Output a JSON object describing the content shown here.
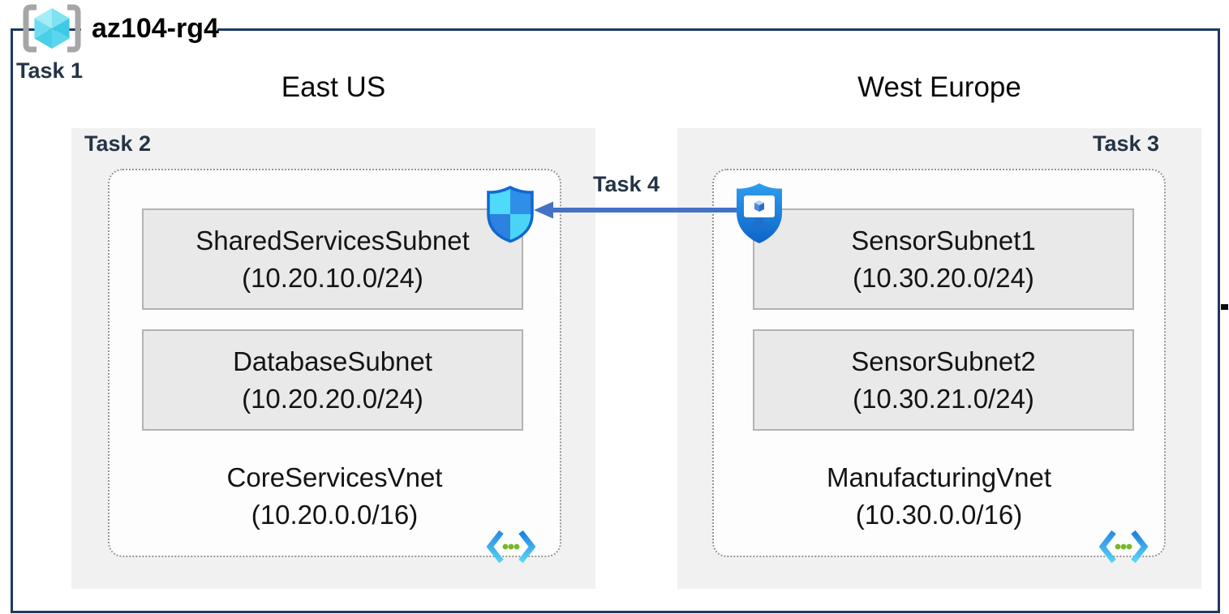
{
  "resource_group": {
    "name": "az104-rg4",
    "task": "Task 1"
  },
  "regions": [
    {
      "name": "East US",
      "task": "Task 2",
      "vnet": {
        "name": "CoreServicesVnet",
        "cidr": "(10.20.0.0/16)",
        "subnets": [
          {
            "name": "SharedServicesSubnet",
            "cidr": "(10.20.10.0/24)"
          },
          {
            "name": "DatabaseSubnet",
            "cidr": "(10.20.20.0/24)"
          }
        ]
      }
    },
    {
      "name": "West Europe",
      "task": "Task 3",
      "vnet": {
        "name": "ManufacturingVnet",
        "cidr": "(10.30.0.0/16)",
        "subnets": [
          {
            "name": "SensorSubnet1",
            "cidr": "(10.30.20.0/24)"
          },
          {
            "name": "SensorSubnet2",
            "cidr": "(10.30.21.0/24)"
          }
        ]
      }
    }
  ],
  "connection": {
    "task": "Task 4",
    "direction": "west-europe-to-east-us"
  },
  "icons": {
    "resource_group": "resource-group-icon",
    "virtual_network": "virtual-network-icon",
    "network_security_group": "network-security-group-shield-icon",
    "secure_endpoint": "shield-monitor-icon"
  },
  "colors": {
    "outer_border": "#1e3a5f",
    "region_fill": "#f1f1f1",
    "vnet_fill": "#fdfdfe",
    "dotted_border": "#949494",
    "subnet_fill": "#e9e9e9",
    "subnet_border": "#b3b3b3",
    "arrow": "#4472c4",
    "task_label": "#243447",
    "nsg_light_blue": "#4fd9fb",
    "nsg_blue": "#2e8ee8",
    "shield_gradient_top": "#2f9dee",
    "shield_gradient_bottom": "#0e64c8",
    "vnet_dot_green": "#76b82a",
    "cube_cyan": "#4ecfe9",
    "bracket_gray": "#a6a6a6"
  }
}
